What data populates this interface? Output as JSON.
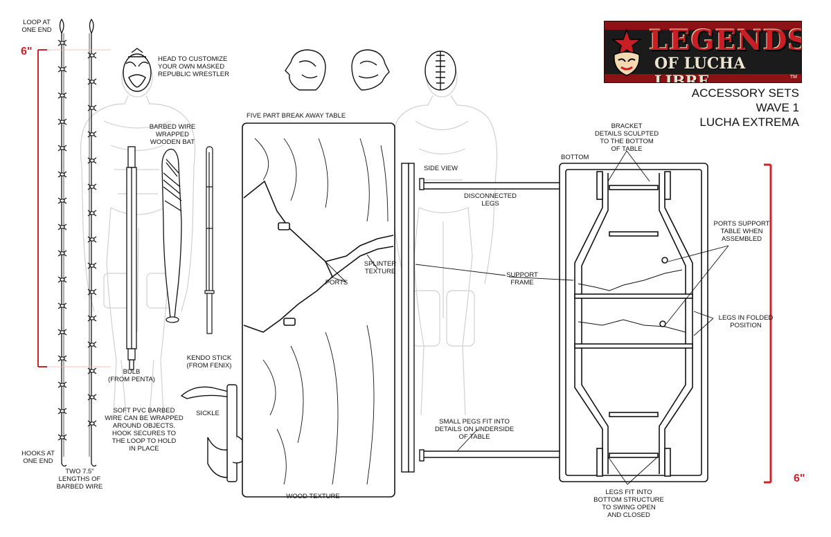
{
  "header": {
    "logo_line1": "LEGENDS",
    "logo_line2": "OF LUCHA LIBRE",
    "logo_tm": "TM",
    "title_line1": "ACCESSORY SETS",
    "title_line2": "WAVE 1",
    "title_line3": "LUCHA EXTREMA"
  },
  "measurements": {
    "left": "6\"",
    "right": "6\""
  },
  "labels": {
    "loop_at_one_end": "LOOP AT\nONE END",
    "hooks_at_one_end": "HOOKS AT\nONE END",
    "two_lengths": "TWO 7.5\"\nLENGTHS OF\nBARBED WIRE",
    "soft_pvc": "SOFT PVC BARBED\nWIRE CAN BE WRAPPED\nAROUND OBJECTS.\nHOOK SECURES TO\nTHE LOOP TO HOLD\nIN PLACE",
    "head_customize": "HEAD TO CUSTOMIZE\nYOUR OWN MASKED\nREPUBLIC WRESTLER",
    "barbed_bat": "BARBED WIRE\nWRAPPED\nWOODEN BAT",
    "bulb": "BULB\n(FROM PENTA)",
    "kendo": "KENDO STICK\n(FROM FENIX)",
    "sickle": "SICKLE",
    "five_part_table": "FIVE PART BREAK AWAY TABLE",
    "ports": "PORTS",
    "splinter": "SPLINTER\nTEXTURE",
    "wood_texture": "WOOD TEXTURE",
    "side_view": "SIDE VIEW",
    "disconnected_legs": "DISCONNECTED\nLEGS",
    "support_frame": "SUPPORT\nFRAME",
    "small_pegs": "SMALL PEGS FIT INTO\nDETAILS ON UNDERSIDE\nOF TABLE",
    "bracket": "BRACKET\nDETAILS SCULPTED\nTO THE BOTTOM\nOF TABLE",
    "bottom": "BOTTOM",
    "ports_support": "PORTS SUPPORT\nTABLE WHEN\nASSEMBLED",
    "legs_folded": "LEGS IN FOLDED\nPOSITION",
    "legs_fit": "LEGS FIT INTO\nBOTTOM STRUCTURE\nTO SWING OPEN\nAND CLOSED"
  },
  "colors": {
    "ink": "#111111",
    "ghost": "#c8c8c8",
    "accent_red": "#d0202a",
    "logo_red": "#8d1216",
    "logo_dark": "#1b1b1b"
  }
}
